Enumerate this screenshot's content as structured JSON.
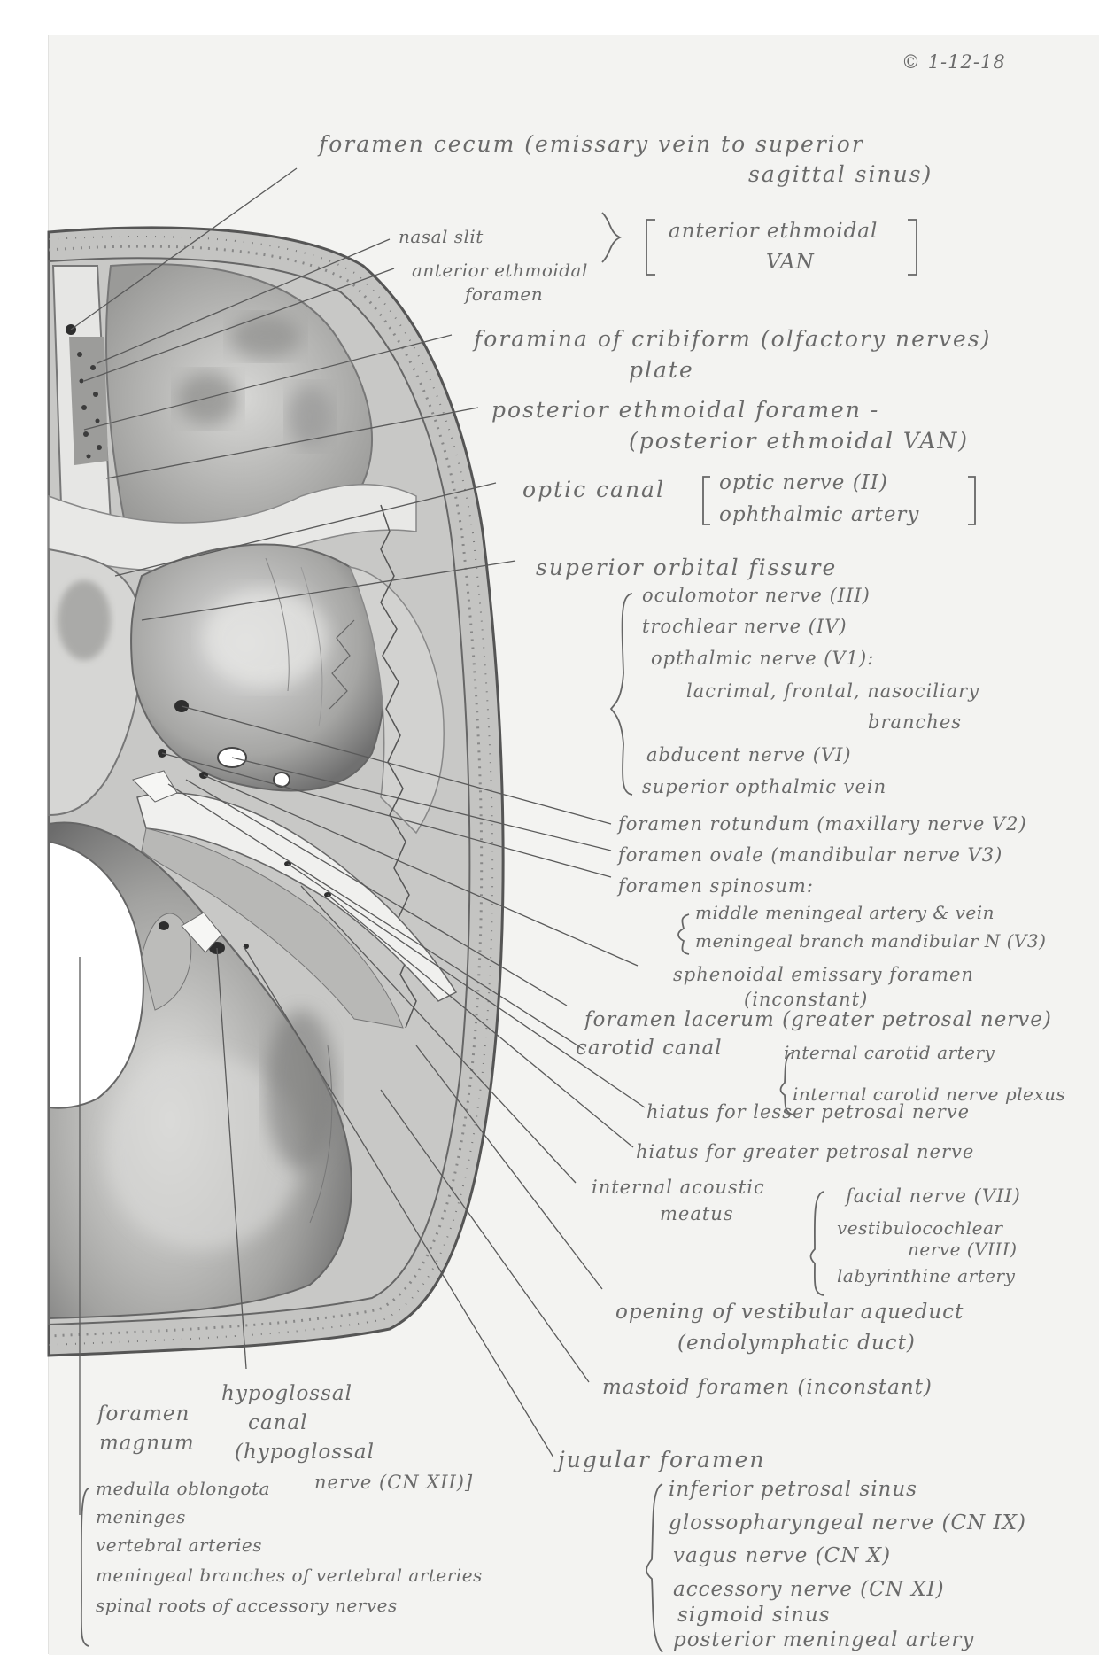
{
  "date": "1-12-18",
  "labels": {
    "foramen_cecum_1": "foramen cecum (emissary vein to superior",
    "foramen_cecum_2": "sagittal sinus)",
    "nasal_slit": "nasal slit",
    "ant_eth_foramen_1": "anterior ethmoidal",
    "ant_eth_foramen_2": "foramen",
    "ant_eth_van_1": "anterior ethmoidal",
    "ant_eth_van_2": "VAN",
    "cribriform_1": "foramina of cribiform (olfactory nerves)",
    "cribriform_2": "plate",
    "post_eth_1": "posterior ethmoidal foramen -",
    "post_eth_2": "(posterior ethmoidal VAN)",
    "optic_canal": "optic canal",
    "optic_nerve": "optic nerve (II)",
    "ophthalmic_artery": "ophthalmic artery",
    "sup_orbital_fissure": "superior orbital fissure",
    "oculomotor": "oculomotor nerve (III)",
    "trochlear": "trochlear nerve (IV)",
    "opthalmic_nerve": "opthalmic nerve (V1):",
    "lacrimal": "lacrimal, frontal, nasociliary",
    "branches": "branches",
    "abducent": "abducent nerve (VI)",
    "sup_opthalmic_vein": "superior opthalmic vein",
    "rotundum": "foramen rotundum (maxillary nerve V2)",
    "ovale": "foramen ovale (mandibular nerve V3)",
    "spinosum": "foramen spinosum:",
    "middle_meningeal": "middle meningeal artery & vein",
    "meningeal_branch": "meningeal branch mandibular N (V3)",
    "sphenoidal_1": "sphenoidal emissary foramen",
    "sphenoidal_2": "(inconstant)",
    "lacerum": "foramen lacerum (greater petrosal nerve)",
    "carotid_canal": "carotid canal",
    "int_carotid_artery": "internal carotid artery",
    "int_carotid_plexus": "internal carotid nerve plexus",
    "hiatus_lesser": "hiatus for lesser petrosal nerve",
    "hiatus_greater": "hiatus for greater petrosal nerve",
    "int_acoustic_1": "internal acoustic",
    "int_acoustic_2": "meatus",
    "facial": "facial nerve (VII)",
    "vestibulocochlear_1": "vestibulocochlear",
    "vestibulocochlear_2": "nerve (VIII)",
    "labyrinthine": "labyrinthine artery",
    "vestibular_aq_1": "opening of vestibular aqueduct",
    "vestibular_aq_2": "(endolymphatic duct)",
    "mastoid": "mastoid foramen (inconstant)",
    "hypoglossal_1": "hypoglossal",
    "hypoglossal_2": "canal",
    "hypoglossal_3": "(hypoglossal",
    "hypoglossal_4": "nerve (CN XII)]",
    "foramen_magnum_1": "foramen",
    "foramen_magnum_2": "magnum",
    "medulla": "medulla oblongota",
    "meninges": "meninges",
    "vertebral": "vertebral arteries",
    "meningeal_vertebral": "meningeal branches of vertebral arteries",
    "spinal_roots": "spinal roots of accessory nerves",
    "jugular": "jugular foramen",
    "inf_petrosal": "inferior petrosal sinus",
    "glossopharyngeal": "glossopharyngeal nerve (CN IX)",
    "vagus": "vagus nerve (CN X)",
    "accessory": "accessory nerve (CN XI)",
    "sigmoid": "sigmoid sinus",
    "post_meningeal": "posterior meningeal artery"
  }
}
